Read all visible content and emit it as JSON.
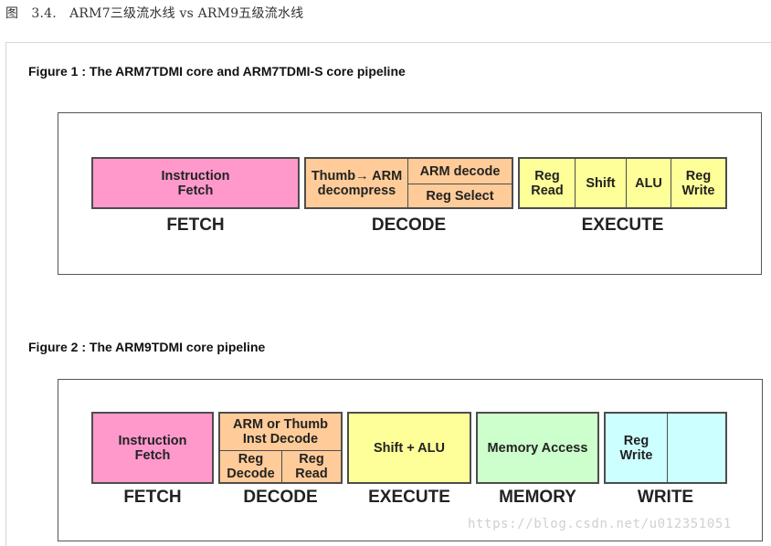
{
  "caption": "图　3.4.　ARM7三级流水线 vs ARM9五级流水线",
  "figure1": {
    "title": "Figure 1 : The ARM7TDMI core and ARM7TDMI-S core pipeline",
    "fetch": {
      "cell": "Instruction\nFetch",
      "label": "FETCH"
    },
    "decode": {
      "left": "Thumb→ ARM\ndecompress",
      "top_right": "ARM decode",
      "bottom_right": "Reg Select",
      "label": "DECODE"
    },
    "execute": {
      "cells": [
        "Reg\nRead",
        "Shift",
        "ALU",
        "Reg\nWrite"
      ],
      "label": "EXECUTE"
    }
  },
  "figure2": {
    "title": "Figure 2 : The ARM9TDMI core pipeline",
    "fetch": {
      "cell": "Instruction\nFetch",
      "label": "FETCH"
    },
    "decode": {
      "top": "ARM or Thumb\nInst Decode",
      "bottom_left": "Reg\nDecode",
      "bottom_right": "Reg\nRead",
      "label": "DECODE"
    },
    "execute": {
      "cell": "Shift + ALU",
      "label": "EXECUTE"
    },
    "memory": {
      "cell": "Memory Access",
      "label": "MEMORY"
    },
    "write": {
      "cell": "Reg\nWrite",
      "label": "WRITE"
    }
  },
  "watermark": "https://blog.csdn.net/u012351051",
  "colors": {
    "fetch": "#ff99cc",
    "decode": "#ffcc99",
    "execute": "#ffff99",
    "memory": "#ccffcc",
    "write": "#ccffff"
  }
}
